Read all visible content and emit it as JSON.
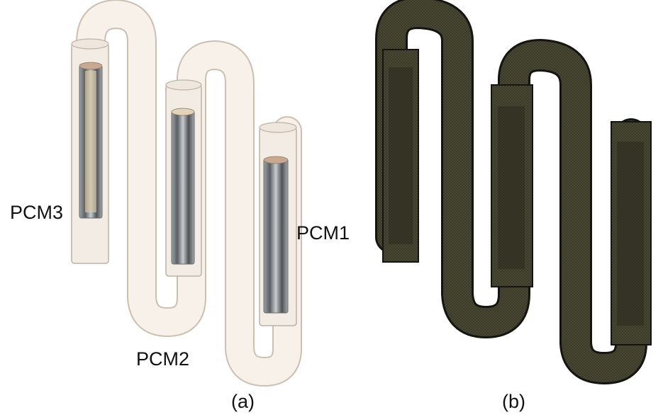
{
  "labels": {
    "pcm1": "PCM1",
    "pcm2": "PCM2",
    "pcm3": "PCM3"
  },
  "captions": {
    "a": "(a)",
    "b": "(b)"
  },
  "colors": {
    "pipe_translucent_fill": "#f6efe8",
    "pipe_translucent_edge": "#cbbfb2",
    "pcm_tube_dark": "#5e6266",
    "pcm_tube_light": "#c9cdd0",
    "pcm_cap": "#c9a891",
    "mesh_fill": "#3b3a2a",
    "mesh_edge": "#141410"
  }
}
